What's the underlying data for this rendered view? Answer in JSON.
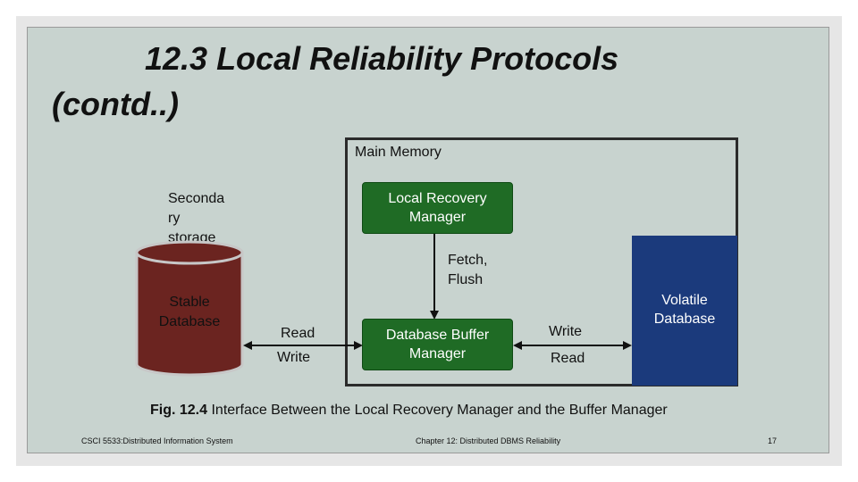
{
  "title": {
    "line1": "12.3 Local Reliability Protocols",
    "line2": "(contd..)"
  },
  "diagram": {
    "main_memory_label": "Main Memory",
    "secondary_storage_label": [
      "Seconda",
      "ry",
      "storage"
    ],
    "stable_database_label": [
      "Stable",
      "Database"
    ],
    "local_recovery_manager_label": [
      "Local Recovery",
      "Manager"
    ],
    "fetch_flush_label": [
      "Fetch,",
      "Flush"
    ],
    "database_buffer_manager_label": [
      "Database Buffer",
      "Manager"
    ],
    "volatile_database_label": [
      "Volatile",
      "Database"
    ],
    "left_read_label": "Read",
    "left_write_label": "Write",
    "right_write_label": "Write",
    "right_read_label": "Read",
    "colors": {
      "stable_db": "#6b2420",
      "green_box": "#1f6b25",
      "volatile_db": "#1b3a7c"
    }
  },
  "caption": {
    "prefix": "Fig. 12.4",
    "text": " Interface Between the Local Recovery Manager and the Buffer Manager"
  },
  "footer": {
    "left": "CSCI 5533:Distributed Information System",
    "center": "Chapter 12: Distributed DBMS Reliability",
    "page": "17"
  }
}
